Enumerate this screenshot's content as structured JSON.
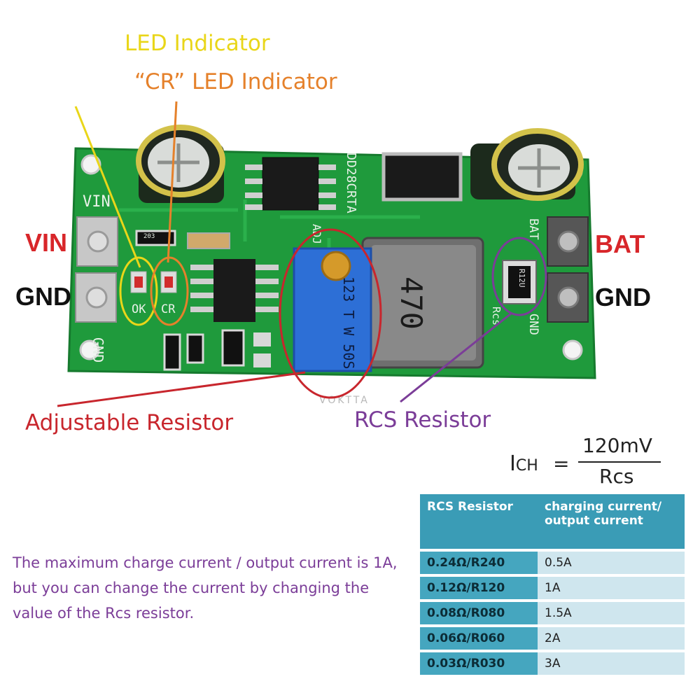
{
  "callouts": {
    "led_indicator": "LED Indicator",
    "cr_led_indicator": "“CR” LED Indicator",
    "adjustable_resistor": "Adjustable Resistor",
    "rcs_resistor": "RCS Resistor"
  },
  "terminals": {
    "vin": "VIN",
    "gnd_left": "GND",
    "bat": "BAT",
    "gnd_right": "GND"
  },
  "board_silkscreen": {
    "model": "DD28CRTA",
    "vin": "VIN",
    "gnd": "GND",
    "ok": "OK",
    "cr": "CR",
    "adj": "ADJ",
    "bat": "BAT",
    "rcs": "Rcs",
    "gnd_right": "GND",
    "inductor": "470",
    "rcs_chip": "R12U",
    "pot_code": "123 T W 50S",
    "resistor_203": "203",
    "watermark": "VOKTTA"
  },
  "formula": {
    "lhs": "I",
    "lhs_sub": "CH",
    "equals": "=",
    "numerator": "120mV",
    "denominator": "Rcs"
  },
  "rcs_table": {
    "headers": [
      "RCS Resistor",
      "charging current/ output current"
    ],
    "rows": [
      [
        "0.24Ω/R240",
        "0.5A"
      ],
      [
        "0.12Ω/R120",
        "1A"
      ],
      [
        "0.08Ω/R080",
        "1.5A"
      ],
      [
        "0.06Ω/R060",
        "2A"
      ],
      [
        "0.03Ω/R030",
        "3A"
      ]
    ]
  },
  "description": "The maximum charge current / output current is 1A, but you can change the current by changing the value of the Rcs resistor.",
  "colors": {
    "pcb_green": "#1f9a3c",
    "led_callout": "#e9d619",
    "cr_callout": "#e5812b",
    "adj_callout": "#c8262d",
    "rcs_callout": "#7b3d98",
    "label_red": "#d8262a",
    "table_header": "#3a9cb6",
    "table_cell_dark": "#45a6bf",
    "table_cell_light": "#cfe6ee"
  }
}
